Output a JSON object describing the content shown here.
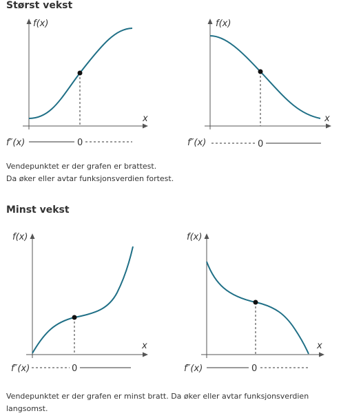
{
  "sections": [
    {
      "heading": "Størst vekst",
      "caption_lines": [
        "Vendepunktet er der grafen er brattest.",
        "Da øker eller avtar funksjonsverdien fortest."
      ]
    },
    {
      "heading": "Minst vekst",
      "caption_lines": [
        "Vendepunktet er der grafen er minst bratt. Da øker eller avtar funksjonsverdien",
        "langsomst."
      ]
    }
  ],
  "labels": {
    "y_axis": "f(x)",
    "x_axis": "x",
    "second_derivative": "f″(x)",
    "zero": "0"
  },
  "colors": {
    "curve": "#1f6f86",
    "axis": "#555555",
    "point": "#111111"
  }
}
